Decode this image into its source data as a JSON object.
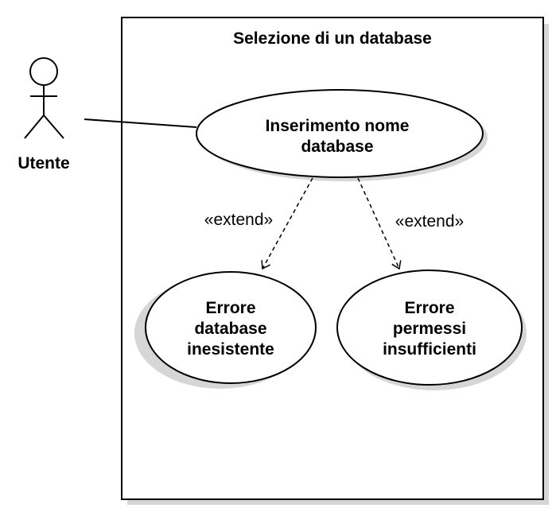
{
  "system": {
    "title": "Selezione di un database"
  },
  "actor": {
    "name": "Utente"
  },
  "use_cases": {
    "main": {
      "line1": "Inserimento nome",
      "line2": "database"
    },
    "error_left": {
      "line1": "Errore",
      "line2": "database",
      "line3": "inesistente"
    },
    "error_right": {
      "line1": "Errore",
      "line2": "permessi",
      "line3": "insufficienti"
    }
  },
  "relations": {
    "extend_left": "«extend»",
    "extend_right": "«extend»"
  },
  "colors": {
    "stroke": "#000000",
    "fill": "#ffffff",
    "shadow": "#c8c8c8"
  }
}
